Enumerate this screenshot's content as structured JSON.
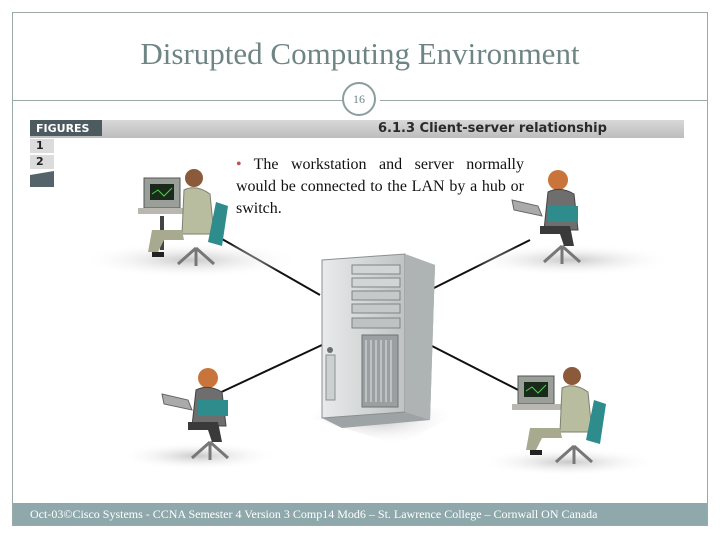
{
  "slide": {
    "title": "Disrupted Computing Environment",
    "page_number": "16",
    "footer": "Oct-03©Cisco Systems - CCNA Semester 4 Version 3 Comp14 Mod6 – St. Lawrence College – Cornwall ON Canada"
  },
  "figure": {
    "tab_label": "FIGURES",
    "tabs": [
      "1",
      "2"
    ],
    "caption": "6.1.3  Client-server relationship"
  },
  "bullet": {
    "symbol": "•",
    "text": "The workstation and server normally would be connected to the LAN by a hub or switch."
  },
  "colors": {
    "title": "#6f8585",
    "footer_bg": "#8fa8ac",
    "chair": "#2f8c8c",
    "suit": "#b9bda0"
  },
  "icons": [
    "server-icon",
    "workstation-icon"
  ]
}
